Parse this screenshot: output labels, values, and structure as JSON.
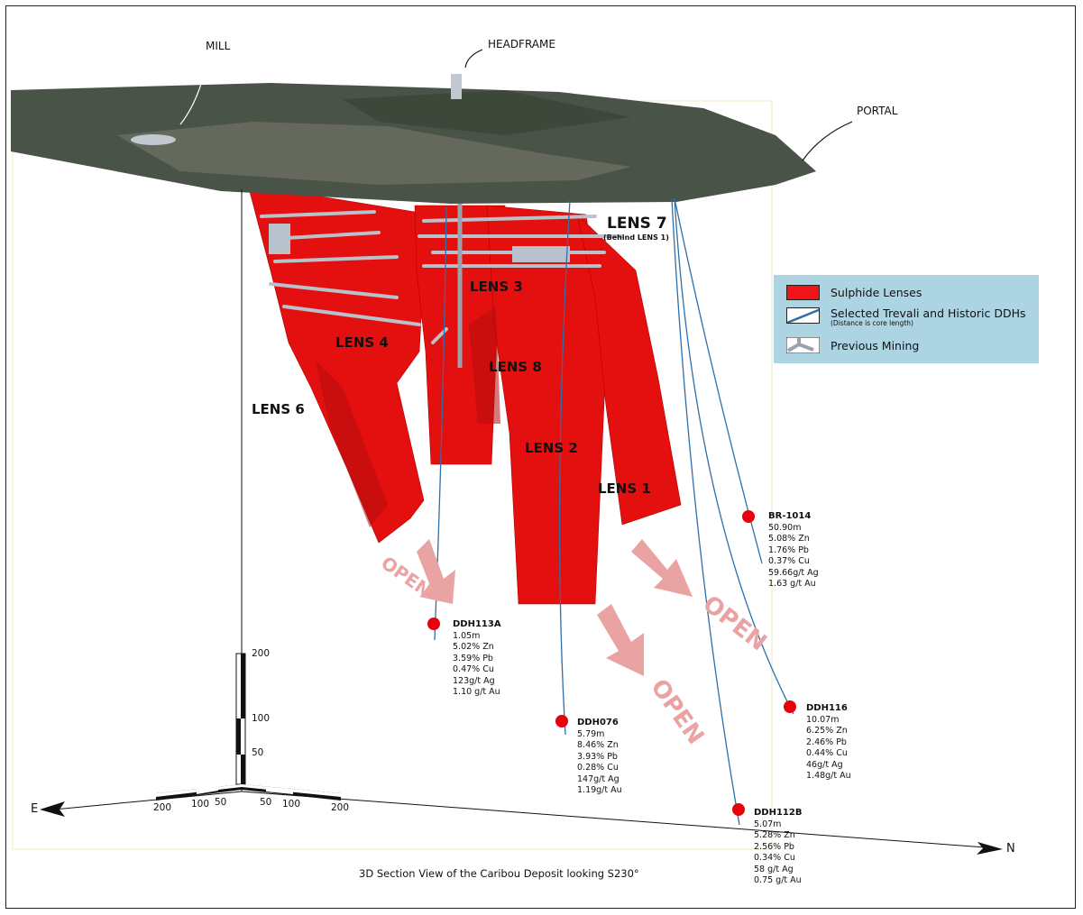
{
  "title": "3D  Section View of the Caribou Deposit looking S230°",
  "site_labels": {
    "mill": "MILL",
    "headframe": "HEADFRAME",
    "portal": "PORTAL"
  },
  "lenses": {
    "lens7": "LENS 7",
    "lens7_note": "(Behind LENS 1)",
    "lens3": "LENS 3",
    "lens4": "LENS 4",
    "lens8": "LENS 8",
    "lens6": "LENS 6",
    "lens2": "LENS 2",
    "lens1": "LENS 1"
  },
  "open_labels": [
    "OPEN",
    "OPEN",
    "OPEN"
  ],
  "drill_holes": [
    {
      "name": "DDH113A",
      "lines": [
        "1.05m",
        "5.02% Zn",
        "3.59% Pb",
        "0.47% Cu",
        "123g/t Ag",
        "1.10 g/t Au"
      ]
    },
    {
      "name": "DDH076",
      "lines": [
        "5.79m",
        "8.46% Zn",
        "3.93% Pb",
        "0.28% Cu",
        "147g/t Ag",
        "1.19g/t Au"
      ]
    },
    {
      "name": "BR-1014",
      "lines": [
        "50.90m",
        "5.08% Zn",
        "1.76% Pb",
        "0.37% Cu",
        "59.66g/t Ag",
        "1.63 g/t Au"
      ]
    },
    {
      "name": "DDH116",
      "lines": [
        "10.07m",
        "6.25% Zn",
        "2.46% Pb",
        "0.44% Cu",
        "46g/t Ag",
        "1.48g/t Au"
      ]
    },
    {
      "name": "DDH112B",
      "lines": [
        "5.07m",
        "5.28% Zn",
        "2.56% Pb",
        "0.34% Cu",
        "58 g/t Ag",
        "0.75 g/t Au"
      ]
    }
  ],
  "legend": {
    "sulphide": "Sulphide Lenses",
    "ddh": "Selected Trevali and Historic DDHs",
    "ddh_note": "(Distance is core length)",
    "mining": "Previous Mining"
  },
  "scale": {
    "vertical": [
      "200",
      "100",
      "50"
    ],
    "east": [
      "200",
      "100",
      "50"
    ],
    "north": [
      "50",
      "100",
      "200"
    ],
    "east_label": "E",
    "north_label": "N"
  },
  "colors": {
    "lens": "#e3100f",
    "drill": "#2f6fa8",
    "open": "#eaa3a3",
    "legend_bg": "#acd4e2",
    "terrain": "#4a5347"
  }
}
